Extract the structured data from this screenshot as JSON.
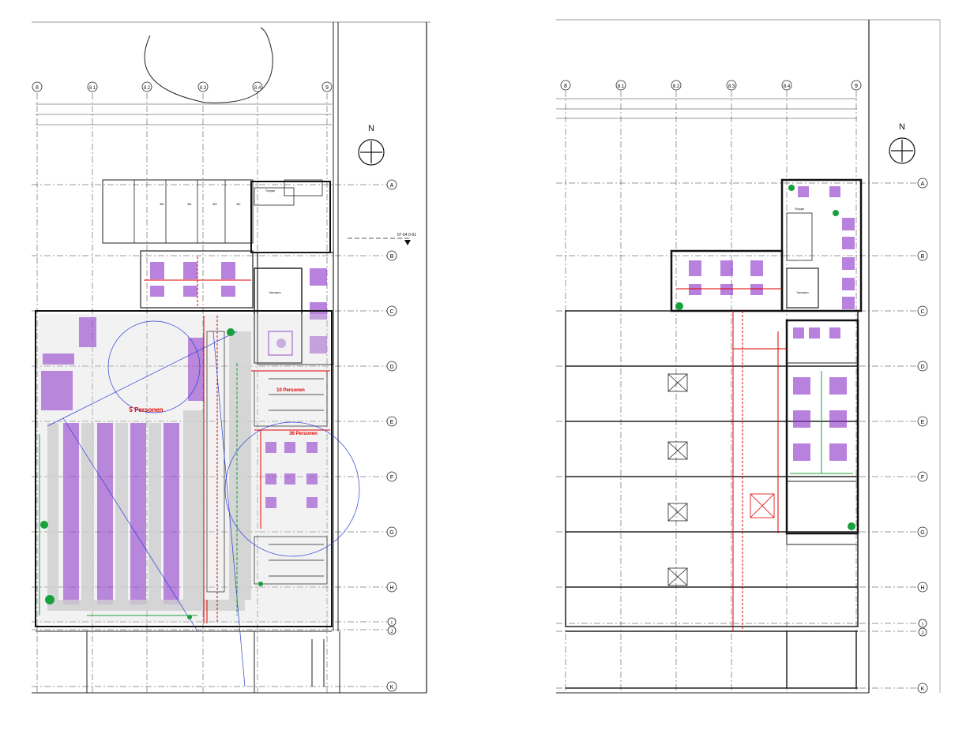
{
  "colors": {
    "background": "#ffffff",
    "linework": "#1a1a1a",
    "grid": "#333333",
    "escape_route": "#e00000",
    "furniture": "#8a2fc9",
    "safety": "#18a03a",
    "annotation": "#2a3fd6",
    "fill_grey": "#d9d9d9"
  },
  "axis_labels": {
    "columns": [
      "8",
      "8.1",
      "8.2",
      "8.3",
      "8.4",
      "9"
    ],
    "rows": [
      "A",
      "B",
      "C",
      "D",
      "E",
      "F",
      "G",
      "H",
      "I",
      "J",
      "K"
    ]
  },
  "compass": {
    "north_label": "N"
  },
  "left_plan": {
    "section_marker": "07-04 0-01",
    "occupancy_5": "5 Personen",
    "occupancy_10": "10 Personen",
    "occupancy_36": "36 Personen",
    "room_stair": "Treppe",
    "room_lobby": "Vorraum",
    "room_bays": [
      "B5",
      "B4",
      "B3",
      "B2"
    ]
  },
  "right_plan": {
    "room_stair": "Treppe",
    "room_lobby": "Vorraum"
  }
}
